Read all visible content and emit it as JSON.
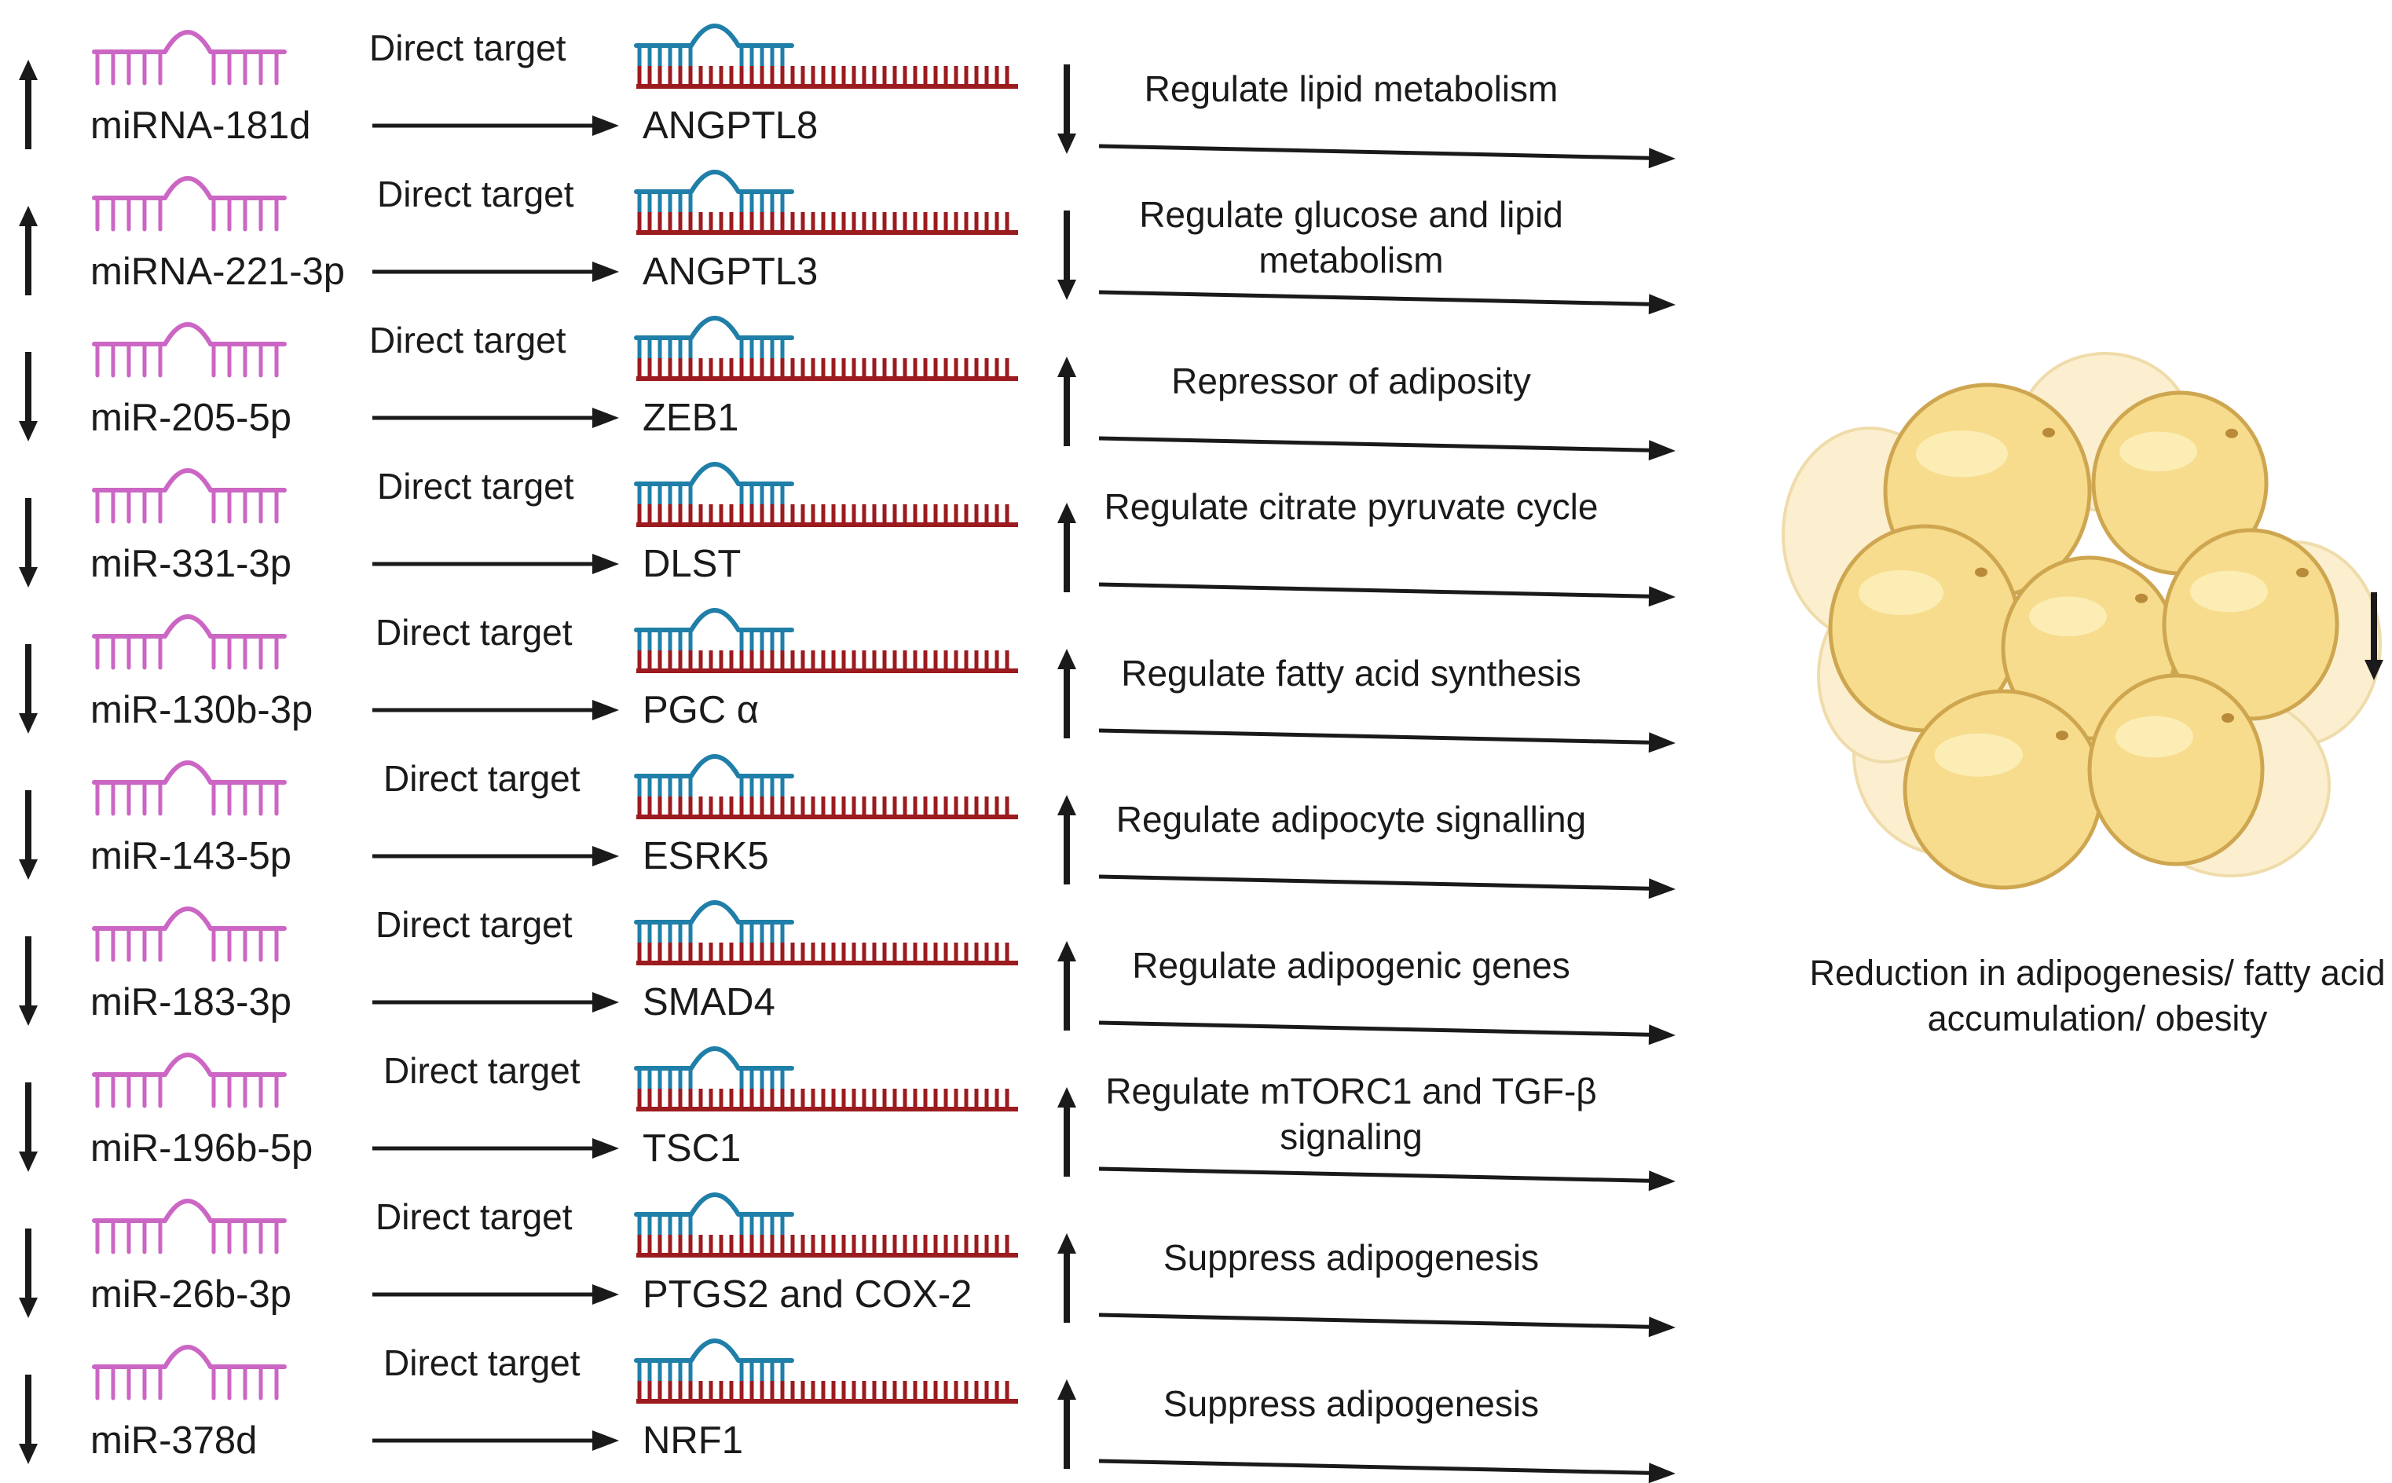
{
  "colors": {
    "mirna": "#cc66c4",
    "mrna_strand": "#9b1b1f",
    "mrna_bound": "#1f7fa8",
    "arrow": "#1a1a1a",
    "adipocyte_fill": "#f6dc8c",
    "adipocyte_edge": "#cfa650",
    "adipocyte_pale": "#fbefcf"
  },
  "icons": {
    "mirna": "mirna-hairpin-icon",
    "target": "mrna-duplex-icon",
    "up": "up-arrow-icon",
    "down": "down-arrow-icon",
    "cells": "adipocyte-cluster-icon"
  },
  "rows": [
    {
      "mirna_dir": "up",
      "mirna": "miRNA-181d",
      "direct": "Direct target",
      "gene": "ANGPTL8",
      "effect_dir": "down",
      "effect": "Regulate lipid metabolism"
    },
    {
      "mirna_dir": "up",
      "mirna": "miRNA-221-3p",
      "direct": "Direct target",
      "gene": "ANGPTL3",
      "effect_dir": "down",
      "effect": "Regulate glucose and lipid metabolism"
    },
    {
      "mirna_dir": "down",
      "mirna": "miR-205-5p",
      "direct": "Direct target",
      "gene": "ZEB1",
      "effect_dir": "up",
      "effect": "Repressor of adiposity"
    },
    {
      "mirna_dir": "down",
      "mirna": "miR-331-3p",
      "direct": "Direct target",
      "gene": "DLST",
      "effect_dir": "up",
      "effect": "Regulate citrate pyruvate cycle"
    },
    {
      "mirna_dir": "down",
      "mirna": "miR-130b-3p",
      "direct": "Direct target",
      "gene": "PGC α",
      "effect_dir": "up",
      "effect": "Regulate fatty acid synthesis"
    },
    {
      "mirna_dir": "down",
      "mirna": "miR-143-5p",
      "direct": "Direct target",
      "gene": "ESRK5",
      "effect_dir": "up",
      "effect": "Regulate adipocyte signalling"
    },
    {
      "mirna_dir": "down",
      "mirna": "miR-183-3p",
      "direct": "Direct target",
      "gene": "SMAD4",
      "effect_dir": "up",
      "effect": "Regulate adipogenic genes"
    },
    {
      "mirna_dir": "down",
      "mirna": "miR-196b-5p",
      "direct": "Direct target",
      "gene": "TSC1",
      "effect_dir": "up",
      "effect": "Regulate mTORC1 and TGF-β signaling"
    },
    {
      "mirna_dir": "down",
      "mirna": "miR-26b-3p",
      "direct": "Direct target",
      "gene": "PTGS2 and COX-2",
      "effect_dir": "up",
      "effect": "Suppress adipogenesis"
    },
    {
      "mirna_dir": "down",
      "mirna": "miR-378d",
      "direct": "Direct target",
      "gene": "NRF1",
      "effect_dir": "up",
      "effect": "Suppress adipogenesis"
    }
  ],
  "outcome": {
    "caption": "Reduction in adipogenesis/ fatty acid accumulation/ obesity",
    "dir": "down"
  }
}
